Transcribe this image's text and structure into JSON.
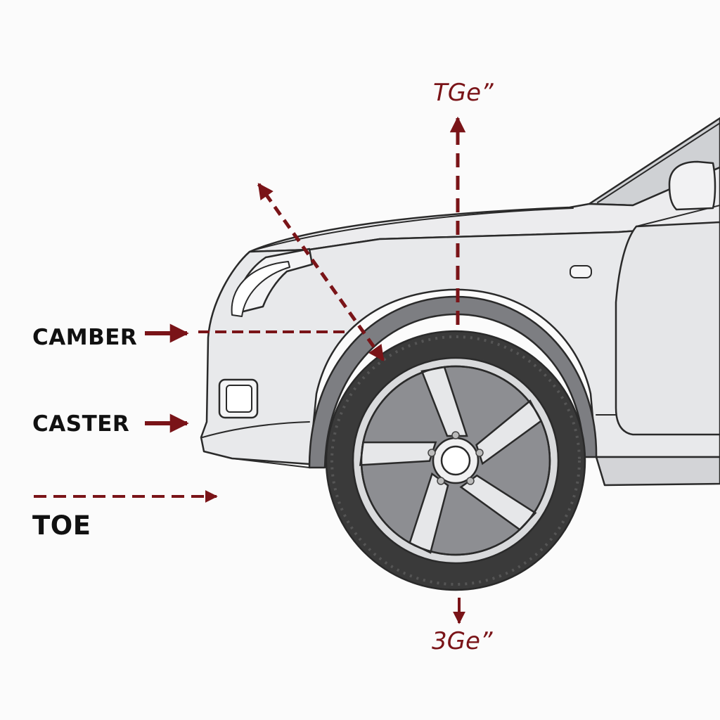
{
  "labels": {
    "camber": "CAMBER",
    "caster": "CASTER",
    "toe": "TOE"
  },
  "values": {
    "top": "TGe”",
    "bottom": "3Ge”"
  },
  "colors": {
    "accent": "#7a1418",
    "body": "#e8e9eb",
    "outline": "#2a2a2a",
    "tire": "#3a3a3a",
    "rim": "#d9dadc",
    "background": "#fbfbfb"
  },
  "icons": {
    "car": "car-front-side-icon",
    "wheel": "wheel-icon"
  }
}
